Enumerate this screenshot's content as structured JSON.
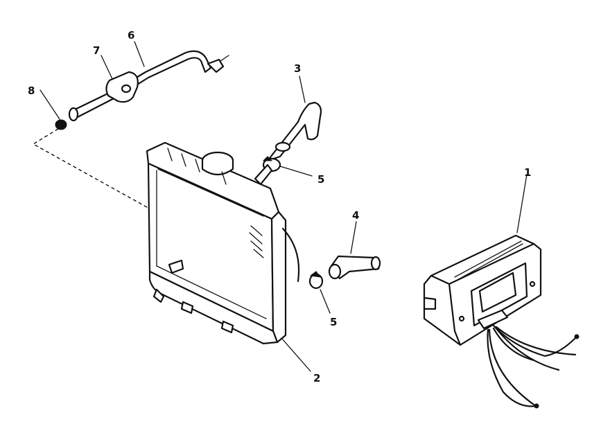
{
  "diagram": {
    "callouts": {
      "ecu": "1",
      "radiator": "2",
      "upper_hose": "3",
      "lower_hose": "4",
      "clamp_upper": "5",
      "clamp_lower": "5",
      "pipe": "6",
      "flange": "7",
      "nut": "8"
    }
  }
}
